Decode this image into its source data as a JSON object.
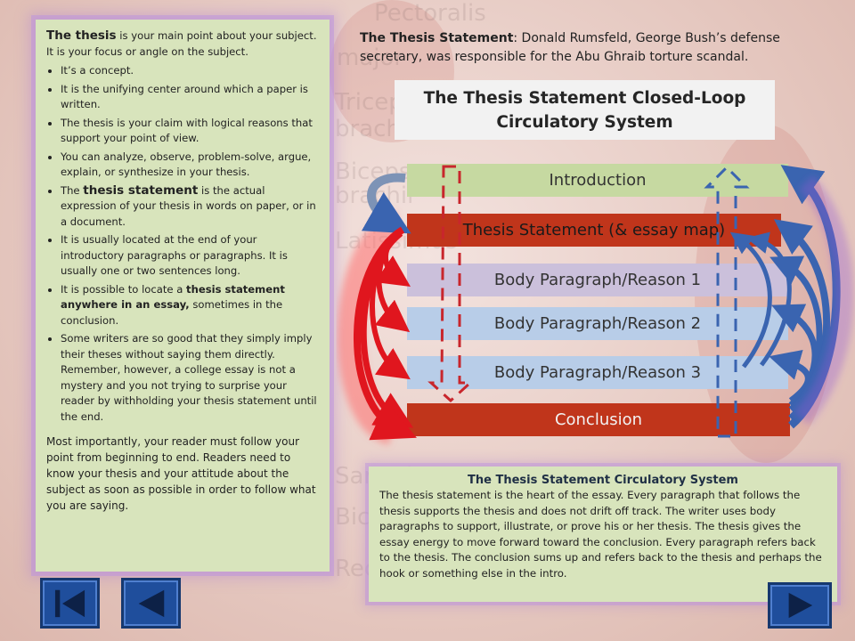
{
  "left_panel": {
    "intro_bold": "The thesis",
    "intro_rest": " is your main point about your subject. It is your focus or angle on the subject.",
    "bullets": {
      "b0": "It’s a  concept.",
      "b1": "It is the unifying center around which a paper is written.",
      "b2": "The thesis is your claim with logical reasons that support your point of view.",
      "b3": "You can analyze, observe, problem-solve, argue, explain, or synthesize in your thesis.",
      "b4_pre": "The ",
      "b4_bold": "thesis statement",
      "b4_post": " is the actual expression of your thesis in words on paper, or in a document.",
      "b5": "It is usually located at the end of your introductory paragraphs or paragraphs. It is usually one or two sentences long.",
      "b6_pre": "It is possible to locate  a ",
      "b6_bold": "thesis statement anywhere in an essay,",
      "b6_post": " sometimes  in the conclusion.",
      "b7": "Some writers are so good that they simply imply their theses without saying them directly. Remember, however, a college essay is not a mystery and you not trying to surprise your reader by withholding your thesis statement until the end."
    },
    "closing": "Most importantly, your reader must follow your point from beginning to end. Readers need to know your thesis  and your attitude about the subject as soon  as possible in order to follow what you are saying."
  },
  "top_statement": {
    "label": "The Thesis Statement",
    "text": ": Donald Rumsfeld, George Bush’s defense secretary, was responsible for the Abu Ghraib torture scandal."
  },
  "diagram": {
    "title": "The Thesis Statement Closed-Loop Circulatory System",
    "bars": {
      "introduction": "Introduction",
      "thesis": "Thesis Statement (& essay map)",
      "body1": "Body Paragraph/Reason 1",
      "body2": "Body Paragraph/Reason 2",
      "body3": "Body Paragraph/Reason 3",
      "conclusion": "Conclusion"
    }
  },
  "bottom_panel": {
    "title": "The Thesis Statement Circulatory System",
    "body": "The thesis statement is the heart of the essay. Every paragraph that follows the thesis supports the thesis and does not drift off track.  The writer uses body paragraphs to support, illustrate, or prove  his or her thesis. The thesis gives the essay energy to move forward toward the conclusion. Every paragraph refers back to the thesis. The conclusion sums up and refers back to the thesis and perhaps the hook or something else in the intro."
  },
  "background_words": {
    "w1": "Pectoralis",
    "w2": "major",
    "w3": "Triceps",
    "w4": "brachii",
    "w5": "Biceps",
    "w6": "brachii",
    "w7": "Latissimus",
    "w8": "Sartorius",
    "w9": "Biceps",
    "w10": "Rectus"
  },
  "nav": {
    "first_icon": "skip-to-first-icon",
    "prev_icon": "previous-triangle-icon",
    "next_icon": "next-triangle-icon"
  },
  "colors": {
    "panel_green": "#d8e4bc",
    "thesis_red": "#c0351b",
    "arrow_red": "#e0161e",
    "arrow_blue": "#3a64b0",
    "nav_blue": "#1f4e9c"
  }
}
